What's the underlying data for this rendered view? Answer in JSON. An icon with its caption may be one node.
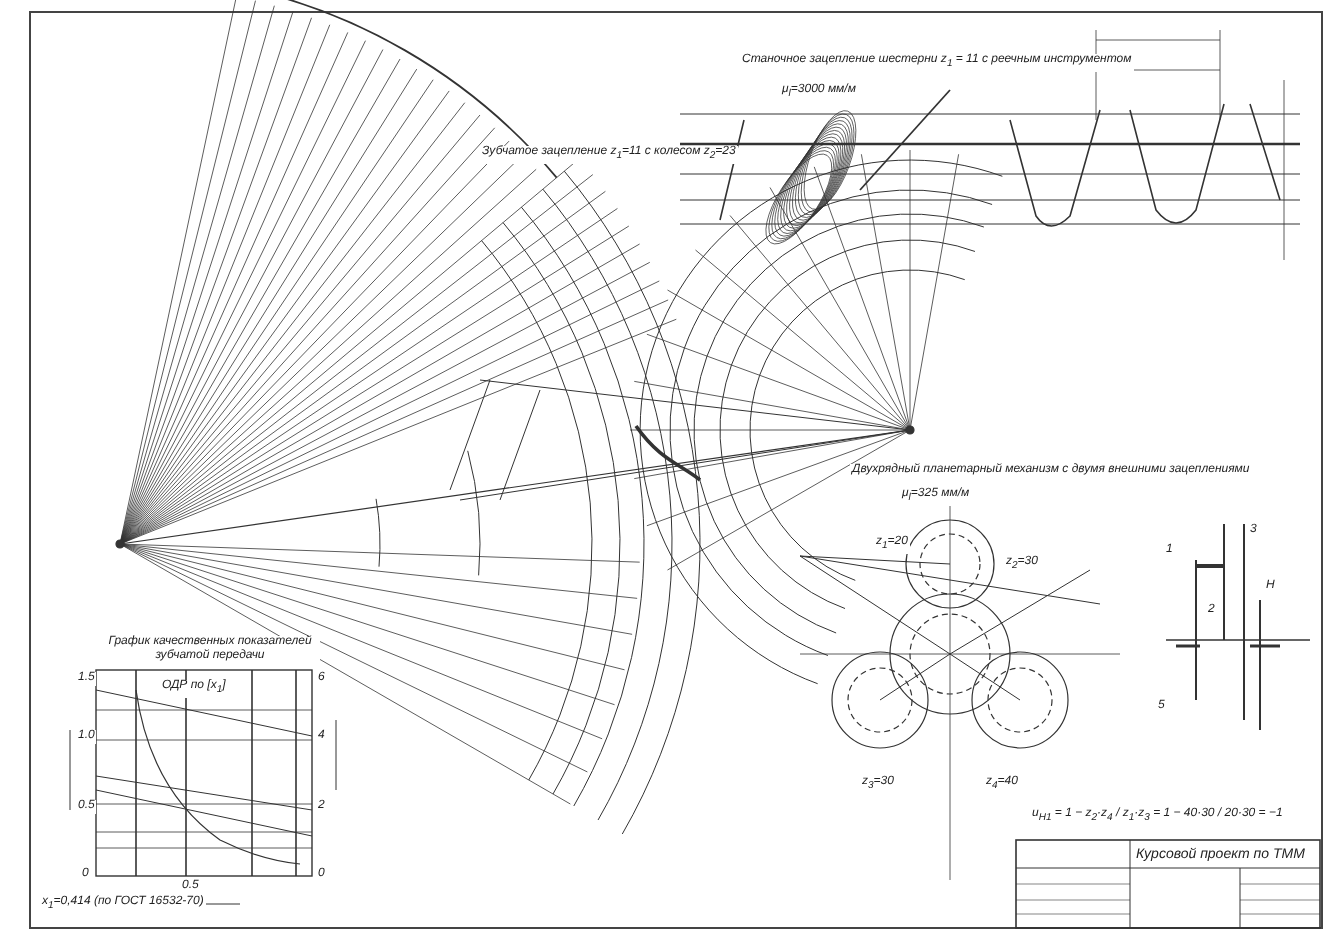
{
  "diagram": {
    "labels": [
      "Станочное зацепление шестерни z$_{1}$ = 11 с реечным инструментом",
      "μ$_{l}$=3000 мм/м",
      "Зубчатое зацепление z$_{1}$=11 с колесом z$_{2}$=23",
      "График качественных показателей зубчатой передачи",
      "ОДР по [x$_{1}$]",
      "1.5",
      "1.0",
      "0.5",
      "0",
      "6",
      "4",
      "2",
      "0",
      "0.5",
      "x$_{1}$=0,414 (по ГОСТ 16532-70)",
      "Двухрядный планетарный механизм с двумя внешними зацеплениями",
      "μ$_{l}$=325 мм/м",
      "z$_{1}$=20",
      "z$_{2}$=30",
      "z$_{3}$=30",
      "z$_{4}$=40",
      "1",
      "3",
      "H",
      "2",
      "5",
      "u$_{H1}$ = 1 − z$_{2}$·z$_{4}$ / z$_{1}$·z$_{3}$ = 1 − 40·30 / 20·30 = −1",
      "Курсовой проект по ТММ"
    ]
  }
}
